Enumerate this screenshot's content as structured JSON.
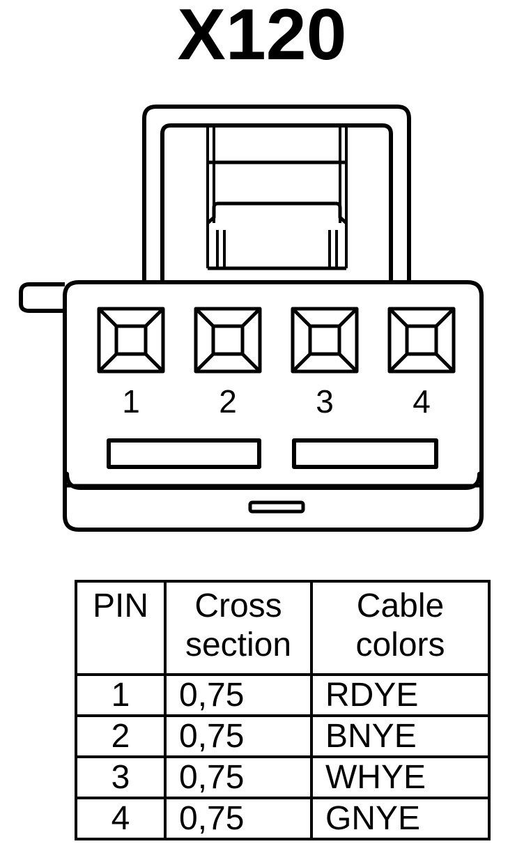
{
  "title": "X120",
  "connector": {
    "pin_numbers": [
      "1",
      "2",
      "3",
      "4"
    ]
  },
  "table": {
    "headers": {
      "pin": [
        "PIN"
      ],
      "cross_section": [
        "Cross",
        "section"
      ],
      "cable_colors": [
        "Cable",
        "colors"
      ]
    },
    "rows": [
      {
        "pin": "1",
        "cross_section": "0,75",
        "cable_color": "RDYE"
      },
      {
        "pin": "2",
        "cross_section": "0,75",
        "cable_color": "BNYE"
      },
      {
        "pin": "3",
        "cross_section": "0,75",
        "cable_color": "WHYE"
      },
      {
        "pin": "4",
        "cross_section": "0,75",
        "cable_color": "GNYE"
      }
    ]
  }
}
